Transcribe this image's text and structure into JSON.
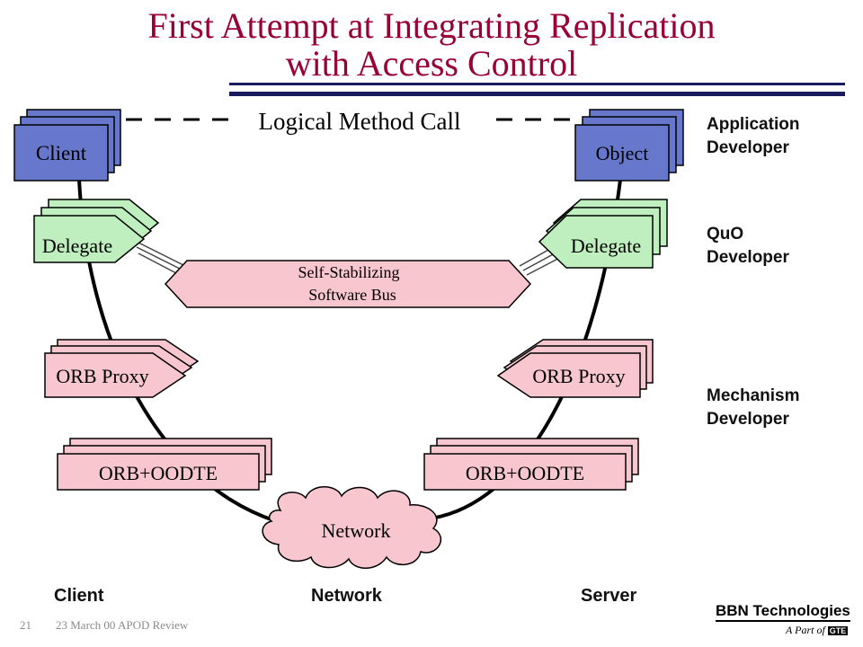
{
  "title": {
    "line1": "First Attempt at Integrating Replication",
    "line2": "with Access Control"
  },
  "diagram": {
    "logical_call": "Logical Method Call",
    "client_box": "Client",
    "object_box": "Object",
    "delegate_left": "Delegate",
    "delegate_right": "Delegate",
    "bus": {
      "line1": "Self-Stabilizing",
      "line2": "Software Bus"
    },
    "orb_proxy_left": "ORB Proxy",
    "orb_proxy_right": "ORB Proxy",
    "orb_oodte_left": "ORB+OODTE",
    "orb_oodte_right": "ORB+OODTE",
    "network_cloud": "Network"
  },
  "roles": {
    "app": {
      "line1": "Application",
      "line2": "Developer"
    },
    "quo": {
      "line1": "QuO",
      "line2": "Developer"
    },
    "mech": {
      "line1": "Mechanism",
      "line2": "Developer"
    }
  },
  "bottom_labels": {
    "client": "Client",
    "network": "Network",
    "server": "Server"
  },
  "footer": {
    "page": "21",
    "date_event": "23 March 00  APOD Review"
  },
  "brand": {
    "name": "BBN Technologies",
    "sub": "A Part of",
    "parent": "GTE"
  },
  "colors": {
    "title": "#990033",
    "blue_box": "#6677cc",
    "green_box": "#bfeebf",
    "pink_box": "#f7c6cf",
    "rule": "#1a1a5e"
  }
}
